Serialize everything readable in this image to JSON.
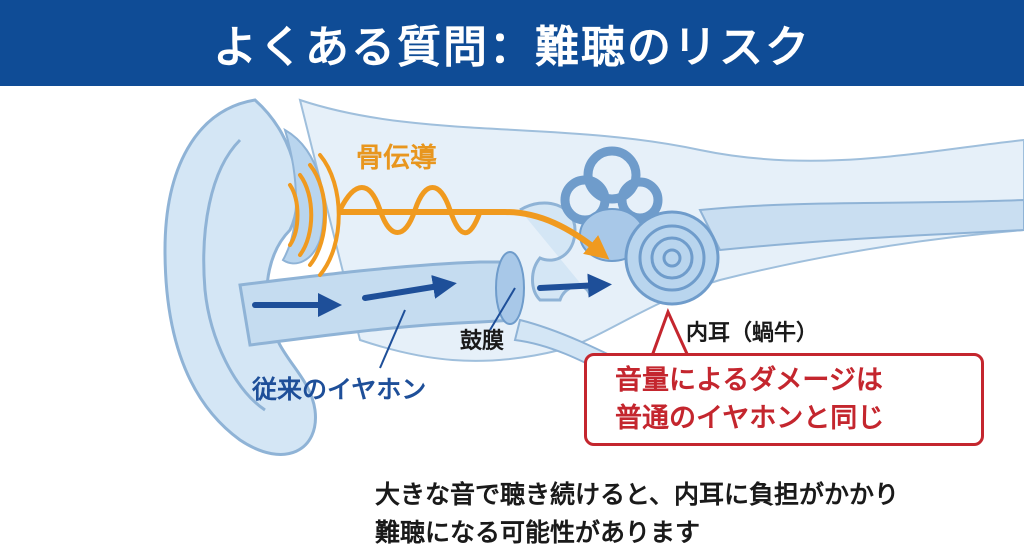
{
  "title": "よくある質問：難聴のリスク",
  "labels": {
    "bone_conduction": "骨伝導",
    "eardrum": "鼓膜",
    "inner_ear": "内耳（蝸牛）",
    "conventional_earphones": "従来のイヤホン"
  },
  "callout": {
    "line1": "音量によるダメージは",
    "line2": "普通のイヤホンと同じ"
  },
  "bottom_text": {
    "line1": "大きな音で聴き続けると、内耳に負担がかかり",
    "line2": "難聴になる可能性があります"
  },
  "colors": {
    "header_bg": "#0f4c96",
    "bone_conduction": "#f09a1f",
    "air_conduction": "#1e4f99",
    "callout_border": "#c4262e",
    "ear_fill": "#d4e6f5"
  }
}
